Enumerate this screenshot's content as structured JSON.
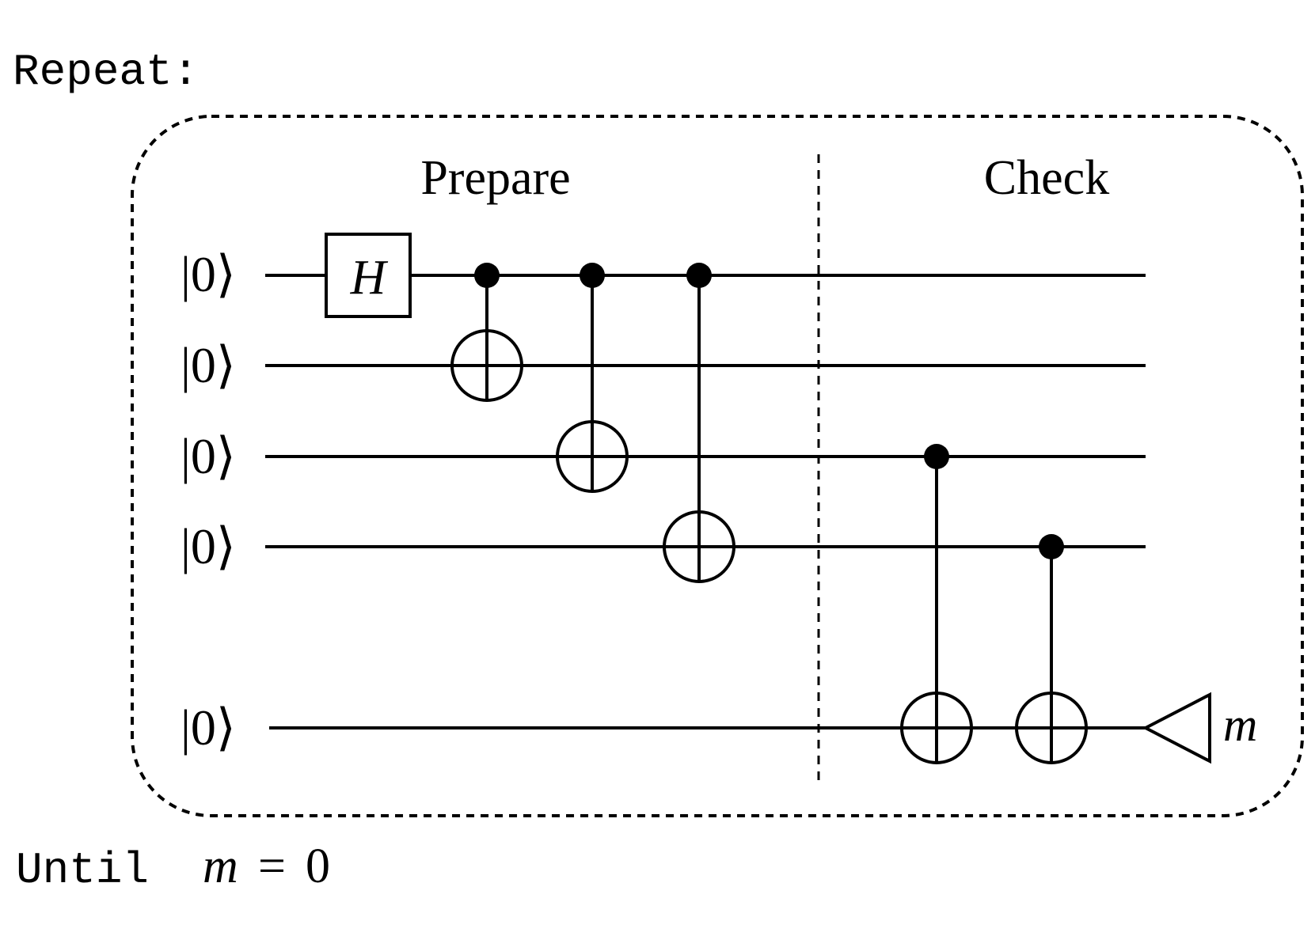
{
  "repeat_label": "Repeat:",
  "until": {
    "keyword": "Until",
    "variable": "m",
    "equals": "=",
    "value": "0"
  },
  "sections": {
    "prepare": "Prepare",
    "check": "Check"
  },
  "qubits": [
    {
      "label": "|0⟩"
    },
    {
      "label": "|0⟩"
    },
    {
      "label": "|0⟩"
    },
    {
      "label": "|0⟩"
    },
    {
      "label": "|0⟩"
    }
  ],
  "gates": {
    "hadamard": {
      "label": "H",
      "qubit": 0
    },
    "cnots": [
      {
        "control": 0,
        "target": 1,
        "section": "prepare"
      },
      {
        "control": 0,
        "target": 2,
        "section": "prepare"
      },
      {
        "control": 0,
        "target": 3,
        "section": "prepare"
      },
      {
        "control": 2,
        "target": 4,
        "section": "check"
      },
      {
        "control": 3,
        "target": 4,
        "section": "check"
      }
    ]
  },
  "measurement": {
    "qubit": 4,
    "result": "m"
  },
  "colors": {
    "ink": "#000000",
    "background": "#ffffff"
  }
}
